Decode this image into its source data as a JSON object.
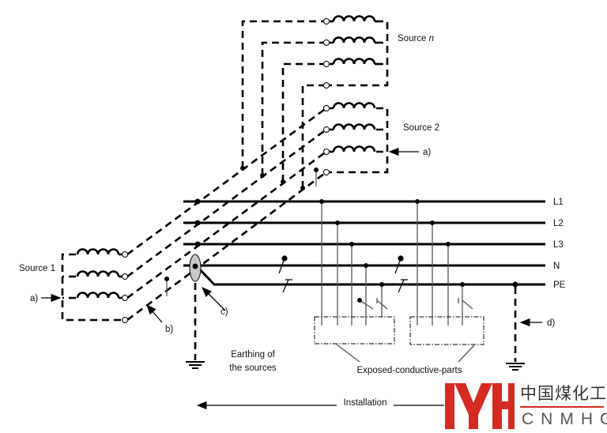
{
  "labels": {
    "source_n_prefix": "Source ",
    "source_n_var": "n",
    "source_2": "Source 2",
    "source_1": "Source 1",
    "a": "a)",
    "b": "b)",
    "c": "c)",
    "d": "d)",
    "L1": "L1",
    "L2": "L2",
    "L3": "L3",
    "N": "N",
    "PE": "PE",
    "earthing_line1": "Earthing of",
    "earthing_line2": "the sources",
    "exposed": "Exposed-conductive-parts",
    "installation": "Installation"
  },
  "logo": {
    "chinese": "中国煤化工",
    "latin": "CNMHG",
    "mark": "MH",
    "color": "#d42a22"
  }
}
